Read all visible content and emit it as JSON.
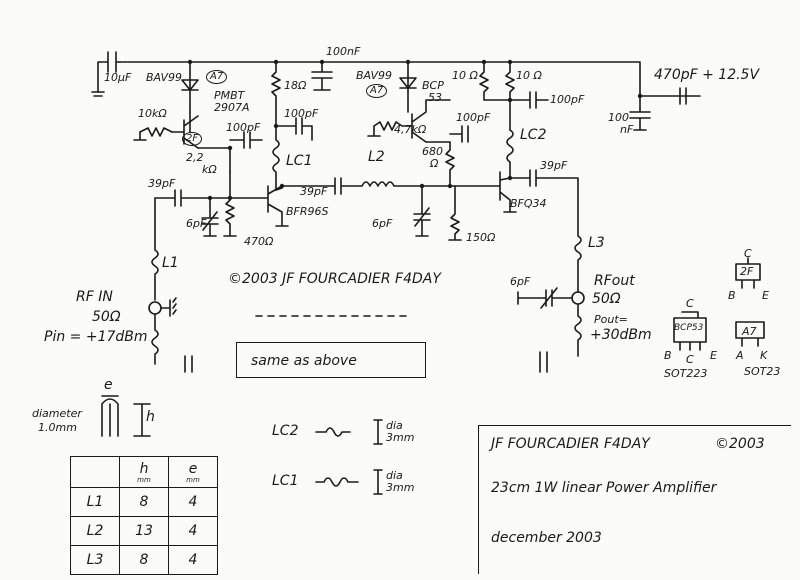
{
  "labels": {
    "c_10uf": "10µF",
    "d1_part": "BAV99",
    "d1_mark": "A7",
    "c_100nf": "100nF",
    "d2_part": "BAV99",
    "d2_mark": "A7",
    "r_10r_a": "10 Ω",
    "r_10r_b": "10 Ω",
    "c_470pf_supply": "470pF + 12.5V",
    "q1_part": "PMBT",
    "q1_part2": "2907A",
    "q1_mark": "2F",
    "r_10k": "10kΩ",
    "c_100pf_1": "100pF",
    "r_18": "18Ω",
    "c_100pf_2": "100pF",
    "r_2k2": "2,2",
    "r_2k2_unit": "kΩ",
    "q2_part": "BCP",
    "q2_part2": "53",
    "r_4k7": "4,7kΩ",
    "c_100pf_3": "100pF",
    "c_100pf_4": "100pF",
    "c_100nf_out": "100",
    "c_100nf_out2": "nF",
    "lc1": "LC1",
    "lc2": "LC2",
    "r_680": "680",
    "r_680_unit": "Ω",
    "c_39pf_in": "39pF",
    "c_39pf_mid": "39pF",
    "l2": "L2",
    "c_39pf_out": "39pF",
    "c_6pf_1": "6pF",
    "q3_part": "BFR96S",
    "r_470": "470Ω",
    "c_6pf_2": "6pF",
    "r_150": "150Ω",
    "q4_part": "BFQ34",
    "l1": "L1",
    "l3": "L3",
    "copyright": "©2003 JF FOURCADIER F4DAY",
    "rf_in": "RF IN",
    "rf_in_imp": "50Ω",
    "pin": "Pin = +17dBm",
    "rf_out": "RFout",
    "rf_out_imp": "50Ω",
    "c_6pf_out": "6pF",
    "pout": "Pout=",
    "pout2": "+30dBm",
    "pkg1_mark": "2F",
    "pkg1_c": "C",
    "pkg1_b": "B",
    "pkg1_e": "E",
    "pkg2_c": "C",
    "pkg2_mark": "BCP53",
    "pkg2_b": "B",
    "pkg2_cc": "C",
    "pkg2_e": "E",
    "pkg2_name": "SOT223",
    "pkg3_mark": "A7",
    "pkg3_a": "A",
    "pkg3_k": "K",
    "pkg3_name": "SOT23",
    "coil_e": "e",
    "coil_h": "h",
    "coil_dia": "diameter",
    "coil_dia2": "1.0mm",
    "lc2_note": "LC2",
    "lc2_dia": "dia",
    "lc2_dia2": "3mm",
    "lc1_note": "LC1",
    "lc1_dia": "dia",
    "lc1_dia2": "3mm",
    "same_as_above": "same as above"
  },
  "table": {
    "header": [
      "",
      "h",
      "e"
    ],
    "units": [
      "",
      "mm",
      "mm"
    ],
    "rows": [
      {
        "name": "L1",
        "h": "8",
        "e": "4"
      },
      {
        "name": "L2",
        "h": "13",
        "e": "4"
      },
      {
        "name": "L3",
        "h": "8",
        "e": "4"
      }
    ]
  },
  "title_block": {
    "author": "JF FOURCADIER F4DAY",
    "copyright": "©2003",
    "title": "23cm 1W linear Power Amplifier",
    "date": "december 2003"
  }
}
